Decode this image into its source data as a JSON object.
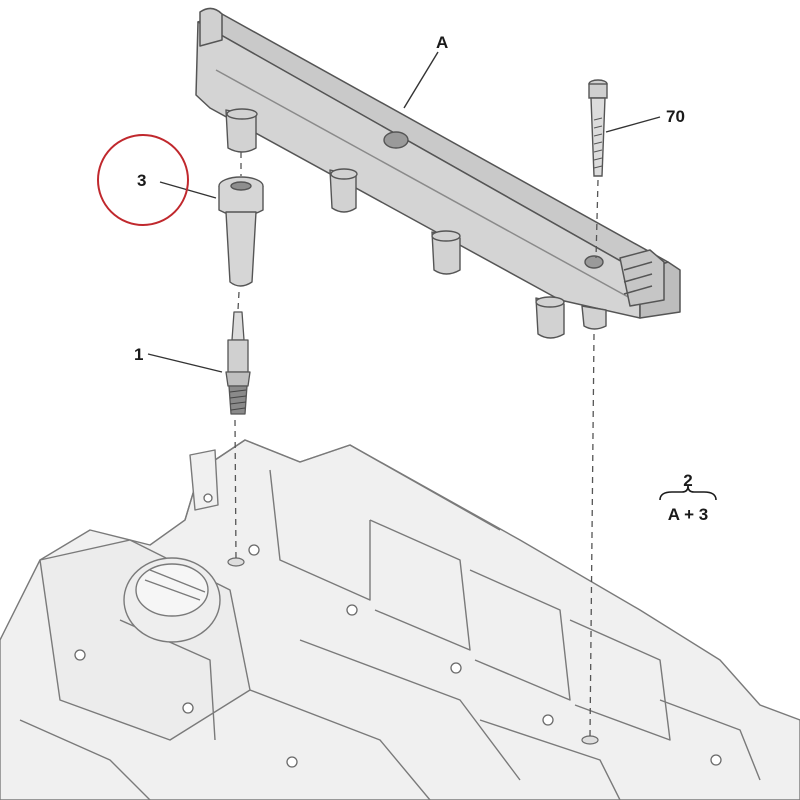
{
  "labels": {
    "rail": "A",
    "bolt": "70",
    "boot": "3",
    "spark_plug": "1",
    "kit_number": "2",
    "kit_formula": "A + 3"
  },
  "colors": {
    "highlight_circle": "#c0282d",
    "part_fill": "#d9d9d9",
    "engine_fill": "#f0f0f0",
    "outline": "#555555"
  }
}
